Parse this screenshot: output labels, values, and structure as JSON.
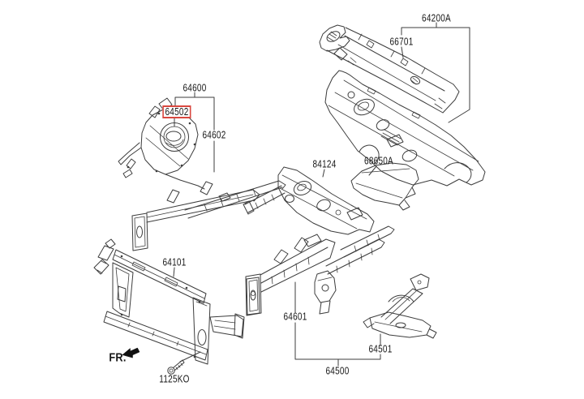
{
  "diagram": {
    "type": "auto-parts-exploded-diagram",
    "background_color": "#ffffff",
    "line_color": "#3c3c3c",
    "highlight_color": "#d9473f",
    "highlighted_part": "64502"
  },
  "labels": {
    "cowl_assembly": "64200A",
    "cowl_top_panel": "66701",
    "fender_apron_assembly_lh": "64600",
    "insulator_highlighted": "64502",
    "fender_apron_panel_lh": "64602",
    "dash_insulation_panel": "84124",
    "heat_protector": "68650A",
    "radiator_support": "64101",
    "side_member_front_lh": "64601",
    "fender_apron_front_rh": "64501",
    "side_member_assembly": "64500",
    "bolt_code": "1125KO",
    "front_marker": "FR."
  }
}
